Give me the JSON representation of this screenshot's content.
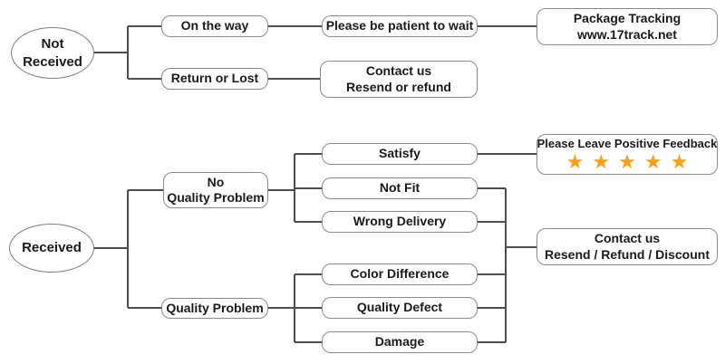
{
  "diagram": {
    "title": "Package delivery customer-service flowchart",
    "colors": {
      "background": "#ffffff",
      "line": "#4d4d4d",
      "box_border": "#8c8c8c",
      "text": "#1a1a1a",
      "star": "#f7a11a"
    },
    "nodes": {
      "not_received_line1": "Not",
      "not_received_line2": "Received",
      "on_the_way": "On the way",
      "return_or_lost": "Return or Lost",
      "be_patient": "Please be patient to wait",
      "package_tracking_line1": "Package Tracking",
      "package_tracking_line2": "www.17track.net",
      "contact_resend_line1": "Contact us",
      "contact_resend_line2": "Resend or refund",
      "received": "Received",
      "no_quality_line1": "No",
      "no_quality_line2": "Quality Problem",
      "quality_problem": "Quality Problem",
      "satisfy": "Satisfy",
      "not_fit": "Not Fit",
      "wrong_delivery": "Wrong Delivery",
      "color_difference": "Color Difference",
      "quality_defect": "Quality Defect",
      "damage": "Damage",
      "feedback_title": "Please Leave Positive Feedback",
      "contact_discount_line1": "Contact us",
      "contact_discount_line2": "Resend / Refund / Discount"
    },
    "rating": {
      "stars": 5,
      "star_glyph": "★"
    },
    "edges": [
      [
        "Not Received",
        "On the way"
      ],
      [
        "Not Received",
        "Return or Lost"
      ],
      [
        "On the way",
        "Please be patient to wait"
      ],
      [
        "Please be patient to wait",
        "Package Tracking www.17track.net"
      ],
      [
        "Return or Lost",
        "Contact us Resend or refund"
      ],
      [
        "Received",
        "No Quality Problem"
      ],
      [
        "Received",
        "Quality Problem"
      ],
      [
        "No Quality Problem",
        "Satisfy"
      ],
      [
        "No Quality Problem",
        "Not Fit"
      ],
      [
        "No Quality Problem",
        "Wrong Delivery"
      ],
      [
        "Quality Problem",
        "Color Difference"
      ],
      [
        "Quality Problem",
        "Quality Defect"
      ],
      [
        "Quality Problem",
        "Damage"
      ],
      [
        "Satisfy",
        "Please Leave Positive Feedback"
      ],
      [
        "Not Fit",
        "Contact us Resend / Refund / Discount"
      ],
      [
        "Wrong Delivery",
        "Contact us Resend / Refund / Discount"
      ],
      [
        "Color Difference",
        "Contact us Resend / Refund / Discount"
      ],
      [
        "Quality Defect",
        "Contact us Resend / Refund / Discount"
      ],
      [
        "Damage",
        "Contact us Resend / Refund / Discount"
      ]
    ]
  }
}
